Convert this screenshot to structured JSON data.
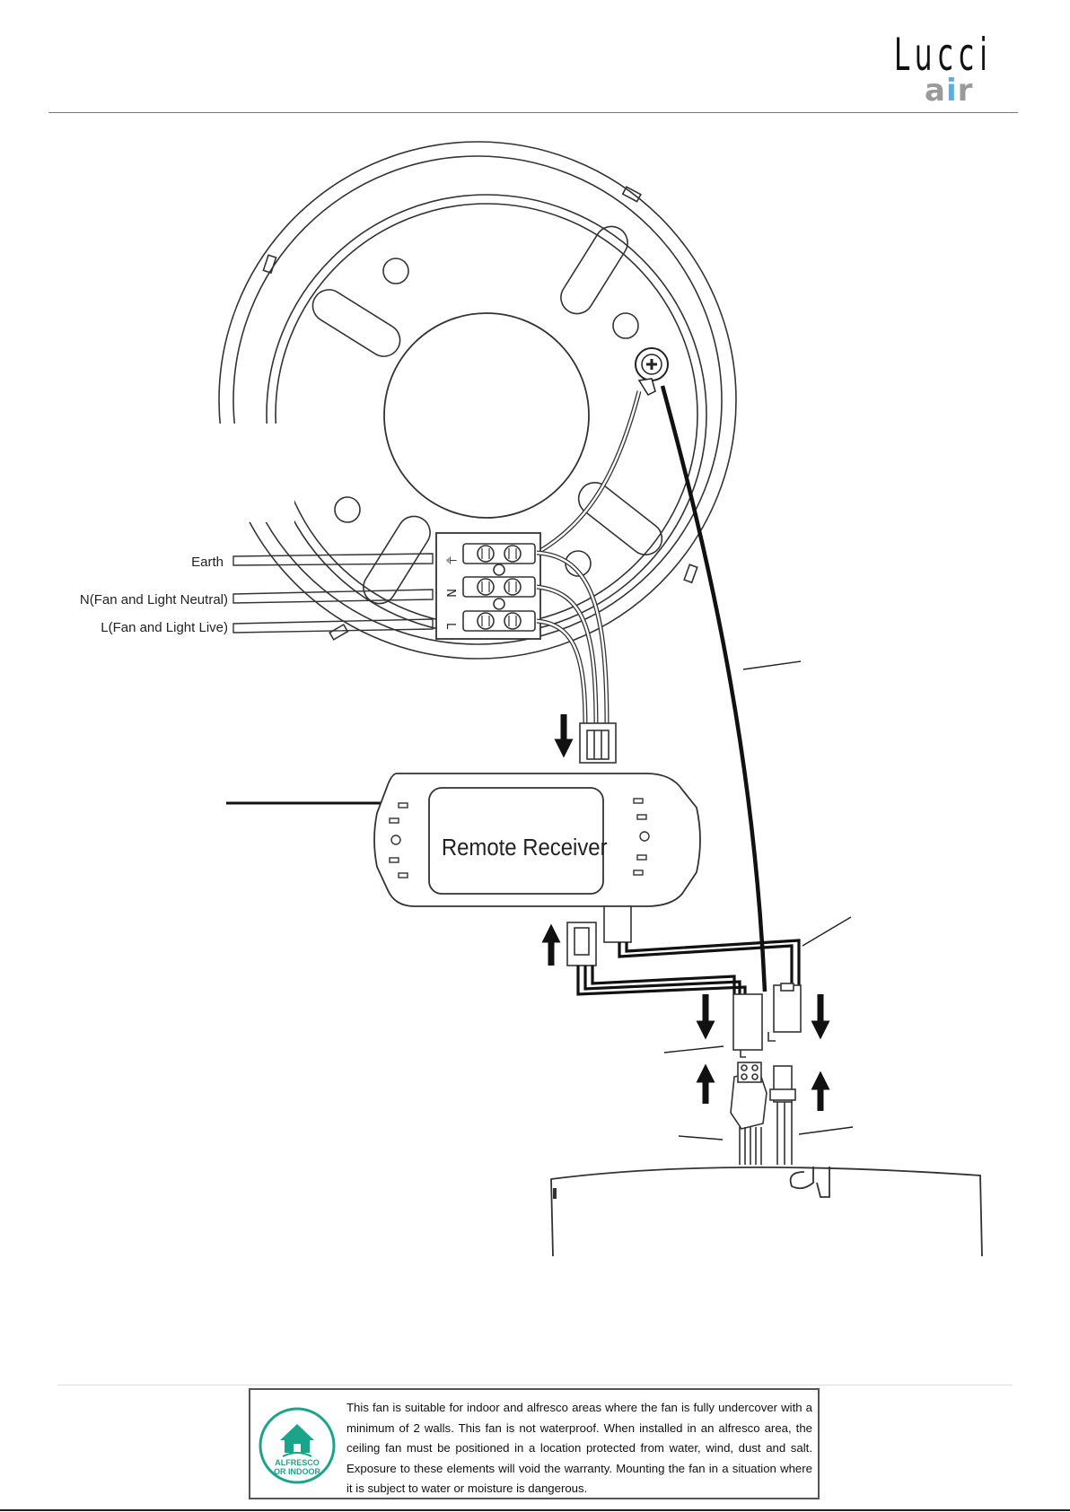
{
  "brand": {
    "logo_text": "Lucci",
    "logo_sub_a": "a",
    "logo_sub_i": "i",
    "logo_sub_r": "r",
    "accent_color": "#5aaee0",
    "sub_color": "#9a9a9a"
  },
  "diagram": {
    "terminal_block": {
      "earth_symbol": "⏚",
      "neutral_symbol": "N",
      "live_symbol": "L"
    },
    "wire_labels": {
      "earth": "Earth",
      "neutral": "N(Fan and Light Neutral)",
      "live": "L(Fan and Light Live)"
    },
    "receiver_label": "Remote Receiver"
  },
  "notice": {
    "badge_line1": "ALFRESCO",
    "badge_line2": "OR INDOOR",
    "badge_color": "#1aa58a",
    "text": "This fan is suitable for indoor and alfresco areas where the fan is fully undercover with a minimum of 2 walls. This fan is not waterproof. When installed in an alfresco area, the ceiling fan must be positioned in a location protected from water, wind, dust and salt. Exposure to these elements will void the warranty. Mounting the fan in a situation where it is subject to water or moisture is dangerous."
  }
}
